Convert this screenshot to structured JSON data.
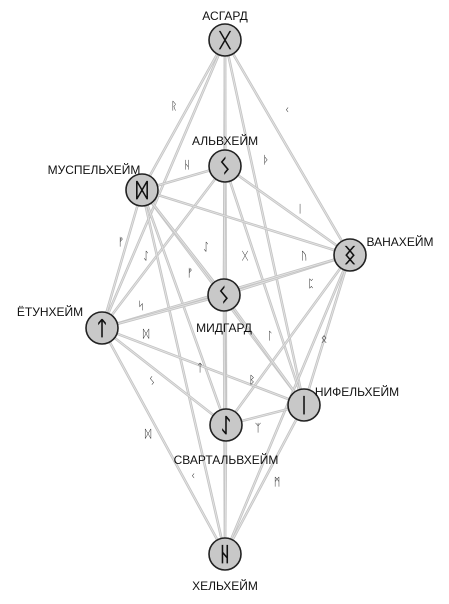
{
  "diagram": {
    "nodes": [
      {
        "id": "asgard",
        "label": "АСГАРД",
        "rune": "ᚷ"
      },
      {
        "id": "alfheim",
        "label": "АЛЬВХЕЙМ",
        "rune": "ᛊ"
      },
      {
        "id": "muspelheim",
        "label": "МУСПЕЛЬХЕЙМ",
        "rune": "ᛞ"
      },
      {
        "id": "vanaheim",
        "label": "ВАНАХЕЙМ",
        "rune": "ᛝ"
      },
      {
        "id": "midgard",
        "label": "МИДГАРД",
        "rune": "ᛊ"
      },
      {
        "id": "jotunheim",
        "label": "ЁТУНХЕЙМ",
        "rune": "ᛏ"
      },
      {
        "id": "niflheim",
        "label": "НИФЕЛЬХЕЙМ",
        "rune": "ᛁ"
      },
      {
        "id": "svartalfheim",
        "label": "СВАРТАЛЬВХЕЙМ",
        "rune": "ᛇ"
      },
      {
        "id": "helheim",
        "label": "ХЕЛЬХЕЙМ",
        "rune": "ᚺ"
      }
    ],
    "edges": [
      {
        "from": "asgard",
        "to": "alfheim",
        "rune": "ᚱ"
      },
      {
        "from": "asgard",
        "to": "vanaheim",
        "rune": "ᚲ"
      },
      {
        "from": "asgard",
        "to": "midgard",
        "rune": ""
      },
      {
        "from": "asgard",
        "to": "muspelheim",
        "rune": ""
      },
      {
        "from": "asgard",
        "to": "jotunheim",
        "rune": ""
      },
      {
        "from": "asgard",
        "to": "niflheim",
        "rune": ""
      },
      {
        "from": "asgard",
        "to": "svartalfheim",
        "rune": ""
      },
      {
        "from": "alfheim",
        "to": "muspelheim",
        "rune": "ᚺ"
      },
      {
        "from": "alfheim",
        "to": "vanaheim",
        "rune": "ᚦ"
      },
      {
        "from": "alfheim",
        "to": "midgard",
        "rune": ""
      },
      {
        "from": "alfheim",
        "to": "jotunheim",
        "rune": "ᛇ"
      },
      {
        "from": "alfheim",
        "to": "niflheim",
        "rune": "ᚷ"
      },
      {
        "from": "muspelheim",
        "to": "vanaheim",
        "rune": "ᛁ"
      },
      {
        "from": "muspelheim",
        "to": "midgard",
        "rune": "ᚠ"
      },
      {
        "from": "muspelheim",
        "to": "jotunheim",
        "rune": "ᚠ"
      },
      {
        "from": "muspelheim",
        "to": "niflheim",
        "rune": ""
      },
      {
        "from": "muspelheim",
        "to": "svartalfheim",
        "rune": "ᛏ"
      },
      {
        "from": "muspelheim",
        "to": "helheim",
        "rune": ""
      },
      {
        "from": "vanaheim",
        "to": "midgard",
        "rune": "ᚢ"
      },
      {
        "from": "vanaheim",
        "to": "jotunheim",
        "rune": "ᛈ"
      },
      {
        "from": "vanaheim",
        "to": "svartalfheim",
        "rune": ""
      },
      {
        "from": "vanaheim",
        "to": "niflheim",
        "rune": "ᛟ"
      },
      {
        "from": "vanaheim",
        "to": "helheim",
        "rune": "ᛗ"
      },
      {
        "from": "jotunheim",
        "to": "midgard",
        "rune": "ᛋ"
      },
      {
        "from": "jotunheim",
        "to": "svartalfheim",
        "rune": "ᛊ"
      },
      {
        "from": "jotunheim",
        "to": "helheim",
        "rune": "ᛞ"
      },
      {
        "from": "jotunheim",
        "to": "niflheim",
        "rune": "ᛞ"
      },
      {
        "from": "midgard",
        "to": "niflheim",
        "rune": "ᛚ"
      },
      {
        "from": "midgard",
        "to": "svartalfheim",
        "rune": "ᛒ"
      },
      {
        "from": "midgard",
        "to": "helheim",
        "rune": ""
      },
      {
        "from": "niflheim",
        "to": "svartalfheim",
        "rune": "ᛉ"
      },
      {
        "from": "niflheim",
        "to": "helheim",
        "rune": ""
      },
      {
        "from": "svartalfheim",
        "to": "helheim",
        "rune": "ᚲ"
      },
      {
        "from": "midgard",
        "to": "muspelheim",
        "rune": "ᛇ"
      }
    ]
  }
}
